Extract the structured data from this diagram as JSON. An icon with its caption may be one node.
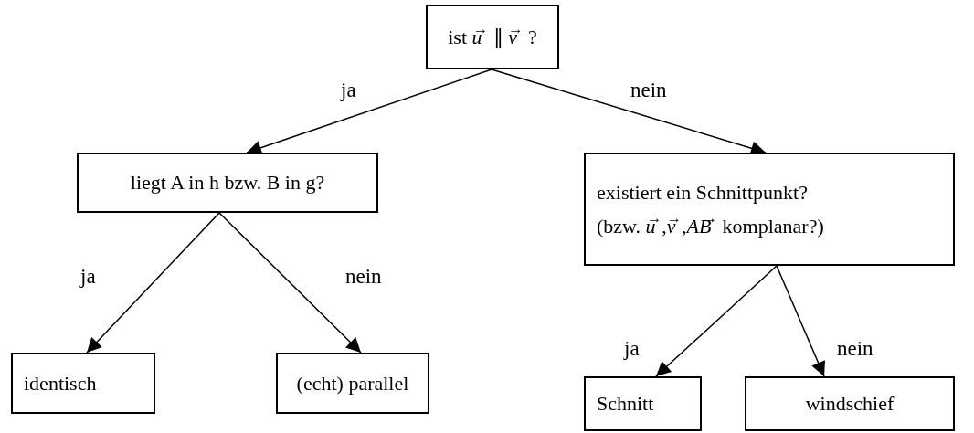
{
  "diagram": {
    "nodes": [
      {
        "text": [
          "ist *u*$^{→}$ ∥ *v*$^{→}$ ?"
        ]
      },
      {
        "text": [
          "liegt A in h bzw. B in g?"
        ]
      },
      {
        "text": [
          "existiert ein Schnittpunkt?",
          "(bzw. *u*$^{→}$,*v*$^{→}$,*AB*$^{→}$ komplanar?)"
        ]
      },
      {
        "text": [
          "identisch"
        ]
      },
      {
        "text": [
          "(echt) parallel"
        ]
      },
      {
        "text": [
          "Schnitt"
        ]
      },
      {
        "text": [
          "windschief"
        ]
      }
    ],
    "edges": [
      {
        "from": 0,
        "to": 1,
        "arrow": "to",
        "label": "ja"
      },
      {
        "from": 0,
        "to": 2,
        "arrow": "to",
        "label": "nein"
      },
      {
        "from": 1,
        "to": 3,
        "arrow": "to",
        "label": "ja"
      },
      {
        "from": 1,
        "to": 4,
        "arrow": "to",
        "label": "nein"
      },
      {
        "from": 2,
        "to": 5,
        "arrow": "to",
        "label": "ja"
      },
      {
        "from": 2,
        "to": 6,
        "arrow": "to",
        "label": "nein"
      }
    ]
  }
}
